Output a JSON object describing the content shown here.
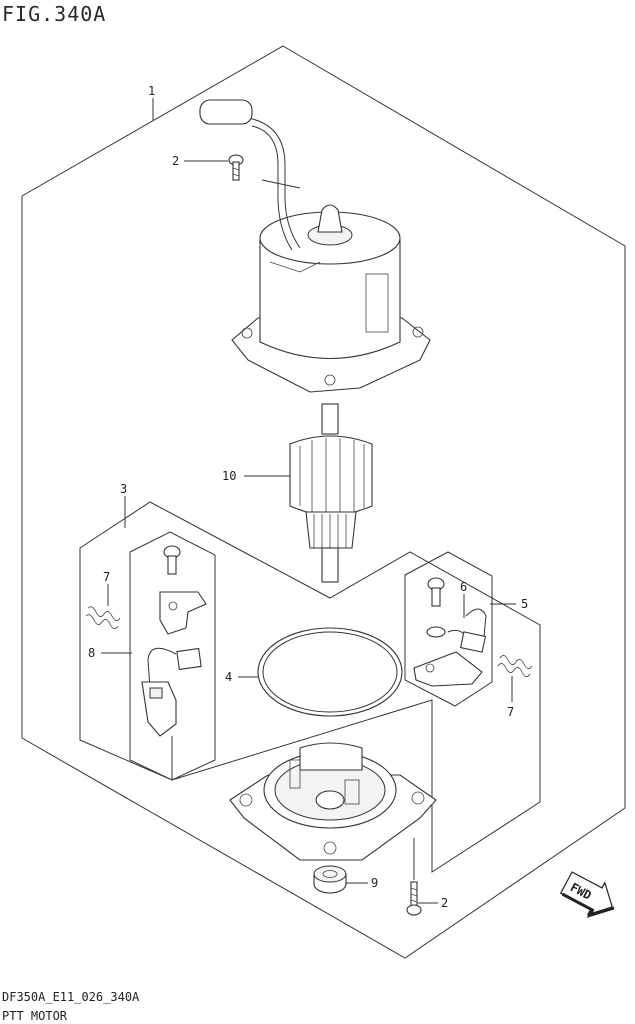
{
  "figure": {
    "title": "FIG.340A",
    "code": "DF350A_E11_026_340A",
    "name": "PTT MOTOR"
  },
  "callouts": [
    {
      "id": "c1",
      "label": "1"
    },
    {
      "id": "c2a",
      "label": "2"
    },
    {
      "id": "c2b",
      "label": "2"
    },
    {
      "id": "c3",
      "label": "3"
    },
    {
      "id": "c4",
      "label": "4"
    },
    {
      "id": "c5",
      "label": "5"
    },
    {
      "id": "c6",
      "label": "6"
    },
    {
      "id": "c7a",
      "label": "7"
    },
    {
      "id": "c7b",
      "label": "7"
    },
    {
      "id": "c8",
      "label": "8"
    },
    {
      "id": "c9",
      "label": "9"
    },
    {
      "id": "c10",
      "label": "10"
    }
  ],
  "fwd_label": "FWD"
}
